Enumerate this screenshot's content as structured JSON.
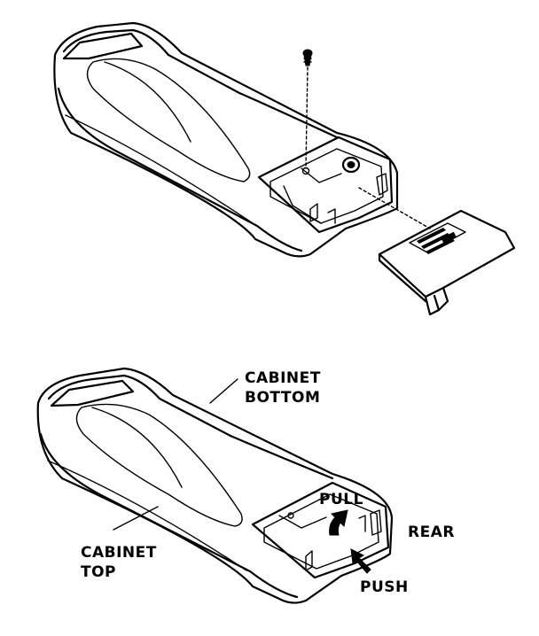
{
  "figure": {
    "top_view": {
      "name": "battery-cover-removal"
    },
    "bottom_view": {
      "name": "battery-cover-pull-push",
      "labels": {
        "cabinet_bottom_line1": "CABINET",
        "cabinet_bottom_line2": "BOTTOM",
        "cabinet_top_line1": "CABINET",
        "cabinet_top_line2": "TOP",
        "pull": "PULL",
        "push": "PUSH",
        "rear": "REAR"
      }
    }
  }
}
